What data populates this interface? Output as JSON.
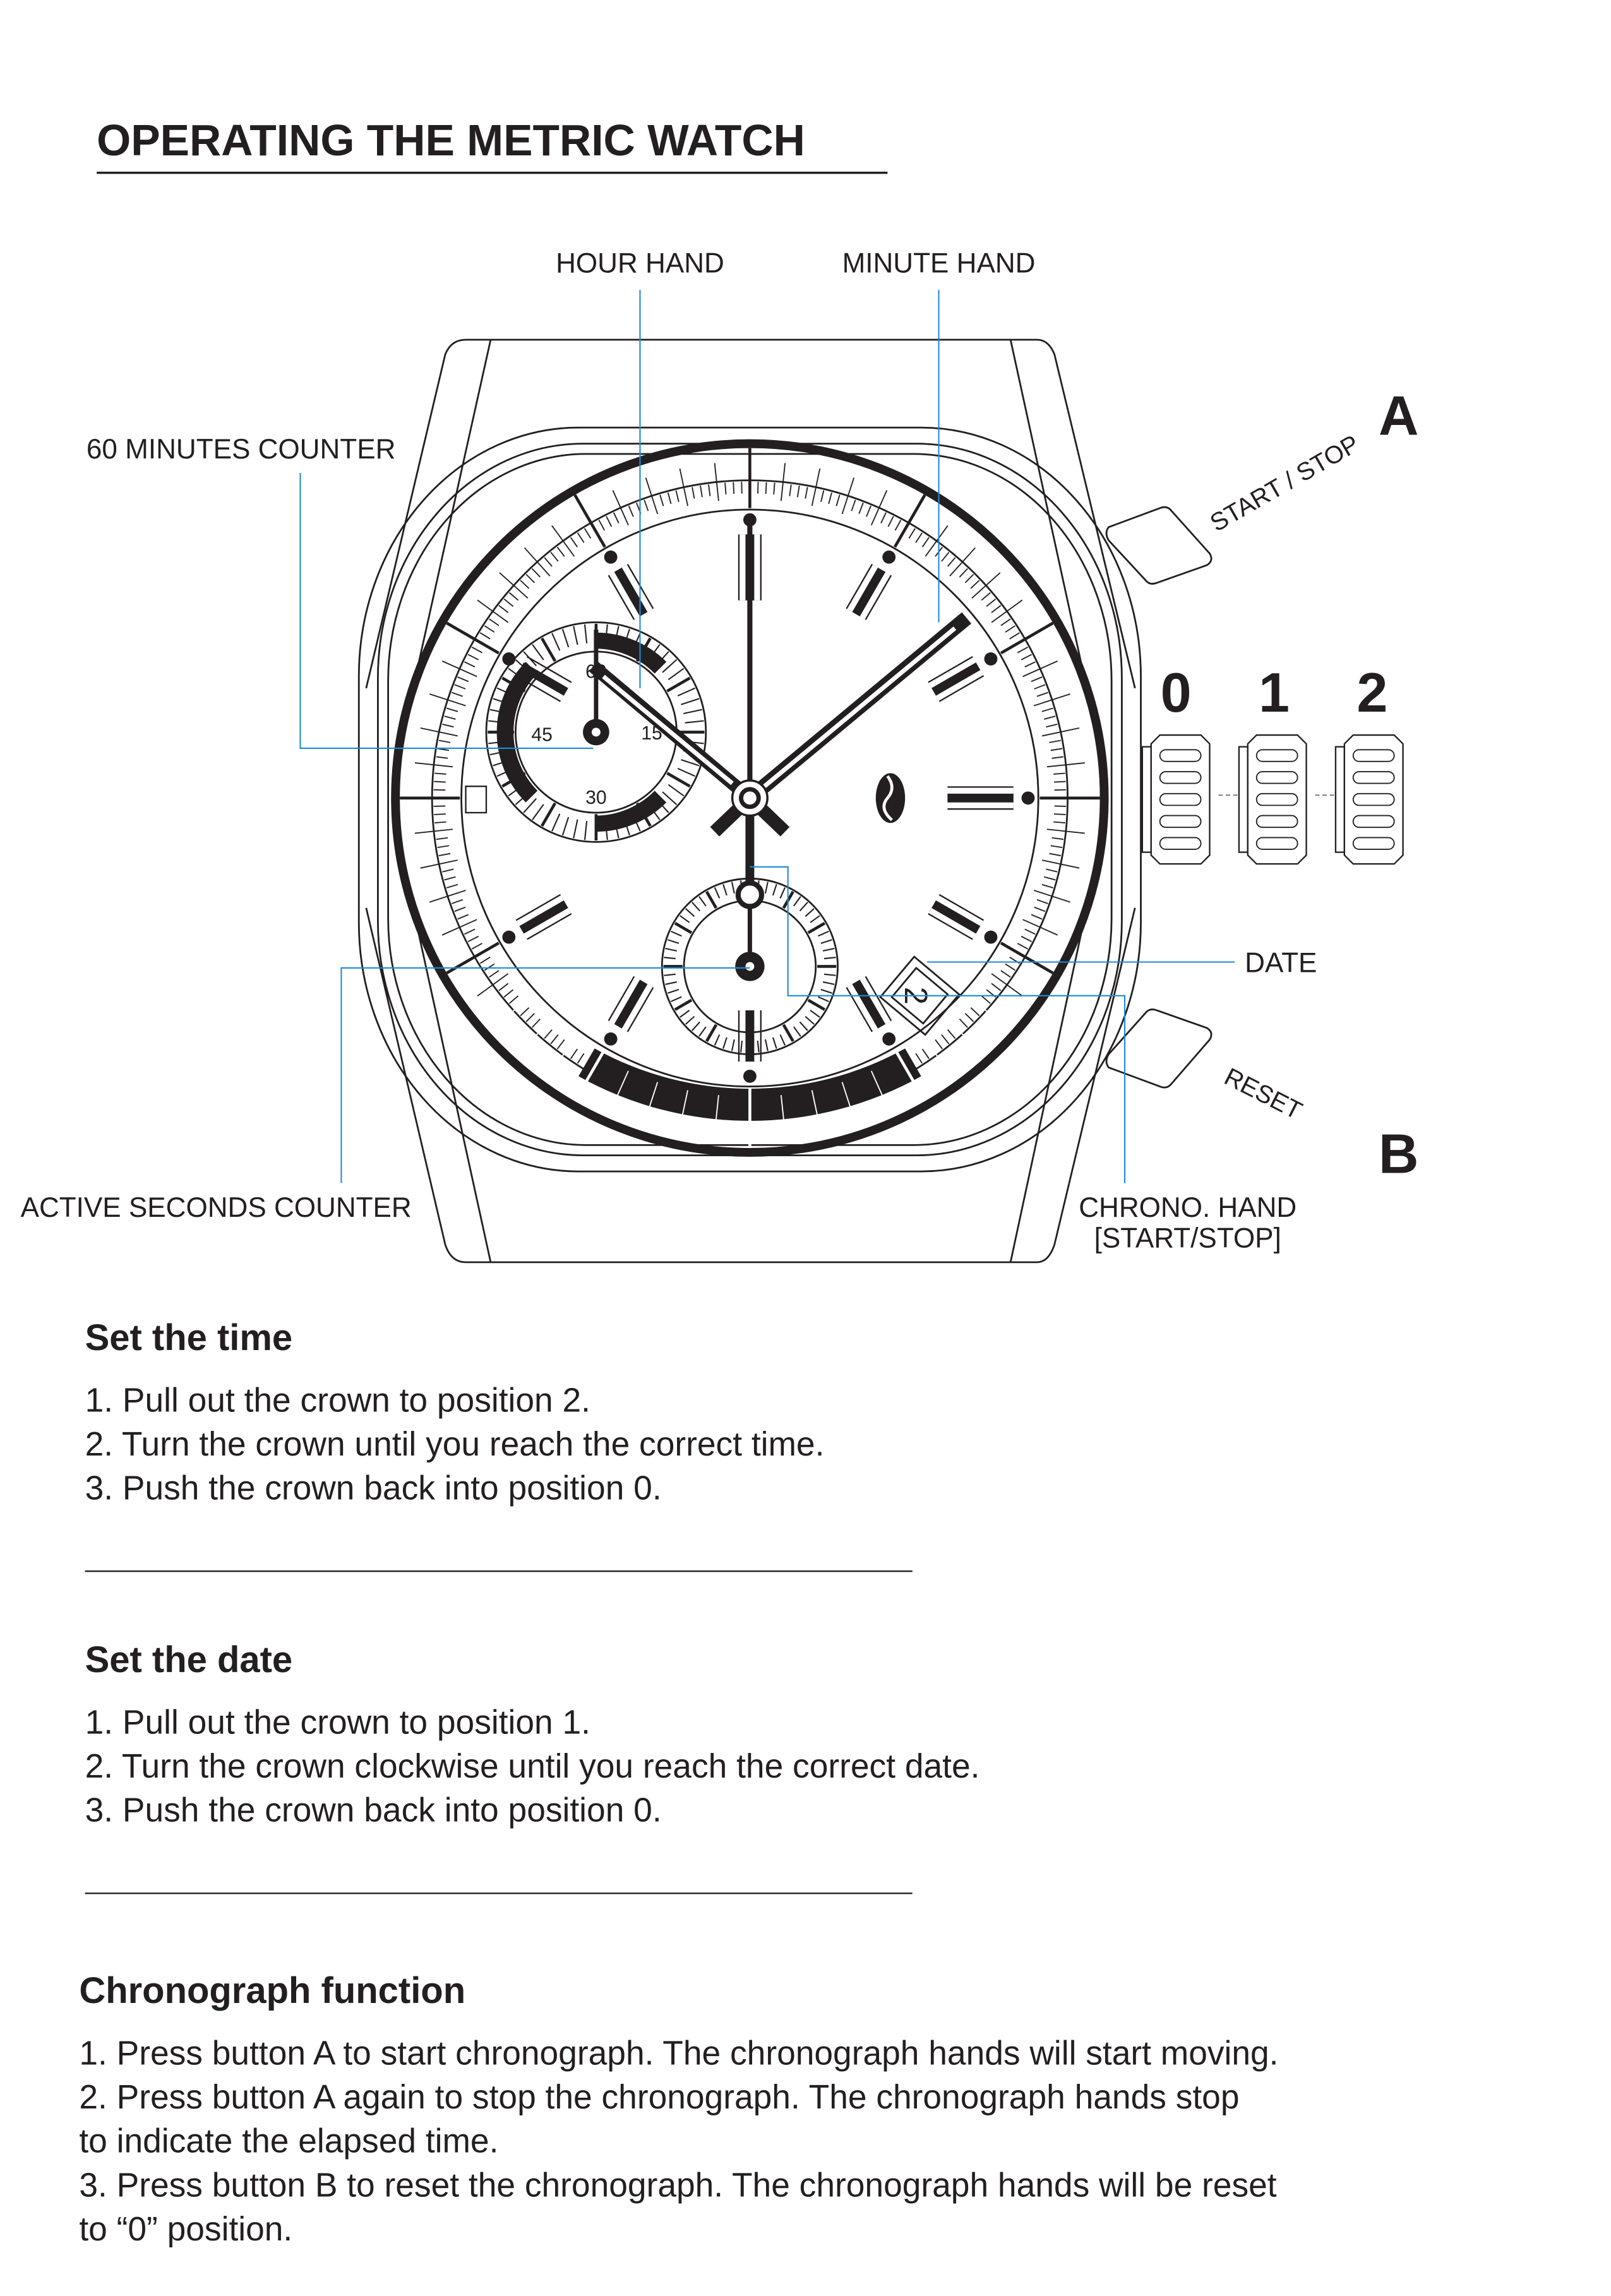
{
  "title": "OPERATING THE METRIC WATCH",
  "labels": {
    "hour_hand": "HOUR HAND",
    "minute_hand": "MINUTE HAND",
    "minutes_counter": "60 MINUTES COUNTER",
    "button_a": "A",
    "button_a_function": "START / STOP",
    "button_b": "B",
    "button_b_function": "RESET",
    "crown_positions": [
      "0",
      "1",
      "2"
    ],
    "date": "DATE",
    "active_seconds": "ACTIVE SECONDS COUNTER",
    "chrono_hand_line1": "CHRONO. HAND",
    "chrono_hand_line2": "[START/STOP]",
    "subdial_numbers": [
      "60",
      "15",
      "30",
      "45"
    ],
    "date_value": "2"
  },
  "sections": [
    {
      "heading": "Set the time",
      "lines": [
        "1. Pull out the crown to position 2.",
        "2. Turn the crown until you reach the correct time.",
        "3. Push the crown back into position 0."
      ]
    },
    {
      "heading": "Set the date",
      "lines": [
        "1. Pull out the crown to position 1.",
        "2. Turn the crown clockwise until you reach the correct date.",
        "3. Push the crown back into position 0."
      ]
    },
    {
      "heading": "Chronograph function",
      "lines": [
        "1. Press button A to start chronograph. The chronograph hands will start moving.",
        "2. Press button A again to stop the chronograph. The chronograph hands stop",
        "to indicate the elapsed time.",
        "3. Press button B to reset the chronograph. The chronograph hands will be reset",
        "to “0” position."
      ]
    }
  ],
  "colors": {
    "ink": "#231f20",
    "leader": "#1f8ad0"
  }
}
